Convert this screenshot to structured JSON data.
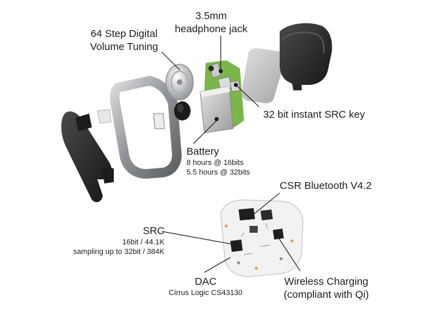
{
  "labels": {
    "headphone_jack": {
      "line1": "3.5mm",
      "line2": "headphone jack"
    },
    "volume": {
      "line1": "64 Step Digital",
      "line2": "Volume Tuning"
    },
    "src_key": {
      "text": "32 bit instant SRC key"
    },
    "battery": {
      "title": "Battery",
      "line1": "8 hours @ 16bits",
      "line2": "5.5 hours @ 32bits"
    },
    "bluetooth": {
      "text": "CSR Bluetooth V4.2"
    },
    "src": {
      "title": "SRC",
      "line1": "16bit / 44.1K",
      "line2": "sampling up to 32bit / 384K"
    },
    "dac": {
      "title": "DAC",
      "line1": "Cirrus Logic CS43130"
    },
    "wireless": {
      "line1": "Wireless Charging",
      "line2": "(compliant with Qi)"
    }
  },
  "colors": {
    "pcb_green": "#7ab648",
    "metal": "#9a9da1",
    "dark_shell": "#2b2b2b",
    "board": "#f2f2f2",
    "chip": "#1e1e1e",
    "leader": "#1a1a1a"
  }
}
